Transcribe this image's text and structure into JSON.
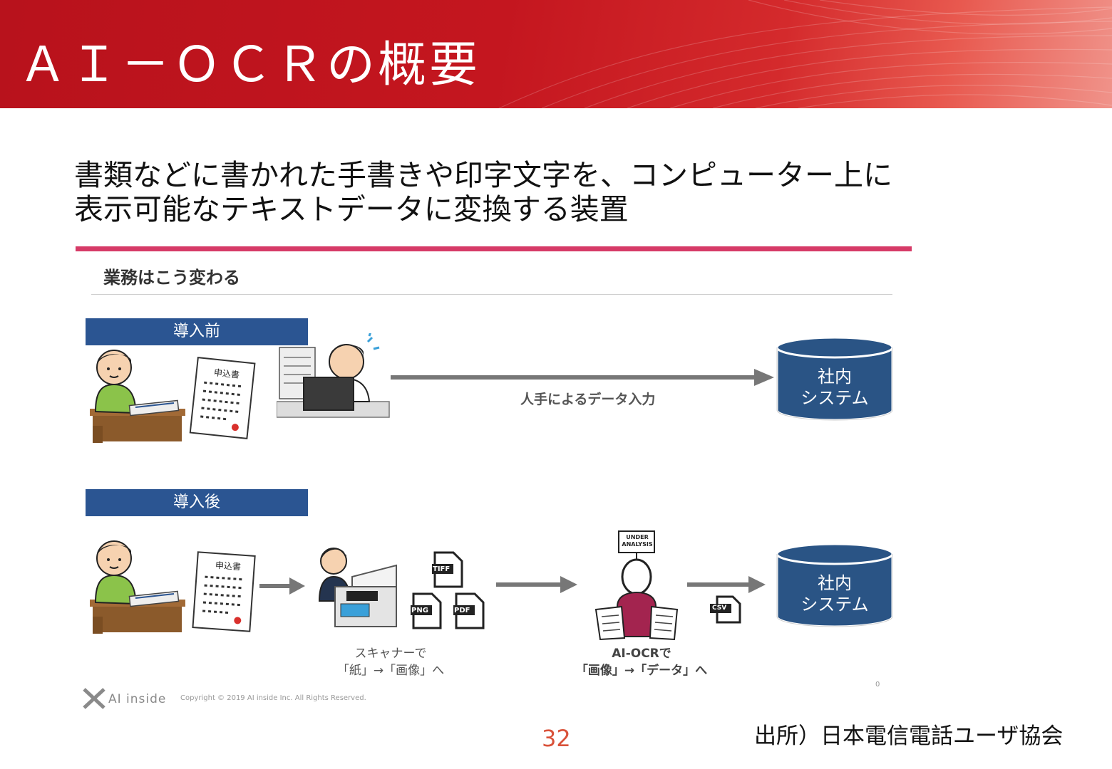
{
  "header": {
    "title": "ＡＩ－ＯＣＲの概要"
  },
  "lead": {
    "line1": "書類などに書かれた手書きや印字文字を、コンピューター上に",
    "line2": "表示可能なテキストデータに変換する装置"
  },
  "figure": {
    "heading": "業務はこう変わる",
    "before": {
      "tag": "導入前",
      "form_label": "申込書",
      "arrow_label": "人手によるデータ入力",
      "db_line1": "社内",
      "db_line2": "システム"
    },
    "after": {
      "tag": "導入後",
      "form_label": "申込書",
      "files": [
        "TIFF",
        "PNG",
        "PDF"
      ],
      "analysis_sign_line1": "UNDER",
      "analysis_sign_line2": "ANALYSIS",
      "csv_label": "CSV",
      "scanner_caption_line1": "スキャナーで",
      "scanner_caption_line2": "「紙」→「画像」へ",
      "ocr_caption_line1": "AI-OCRで",
      "ocr_caption_line2": "「画像」→「データ」へ",
      "db_line1": "社内",
      "db_line2": "システム"
    },
    "logo_text": "AI inside",
    "copyright": "Copyright © 2019 AI inside Inc. All Rights Reserved.",
    "tiny_mark": "0"
  },
  "footer": {
    "page_number": "32",
    "source": "出所）日本電信電話ユーザ協会"
  },
  "colors": {
    "header_red": "#c4161f",
    "accent_pink": "#d63a67",
    "tag_blue": "#2b5592",
    "db_blue": "#2a5485",
    "arrow_gray": "#777777",
    "page_number": "#d9523a"
  }
}
